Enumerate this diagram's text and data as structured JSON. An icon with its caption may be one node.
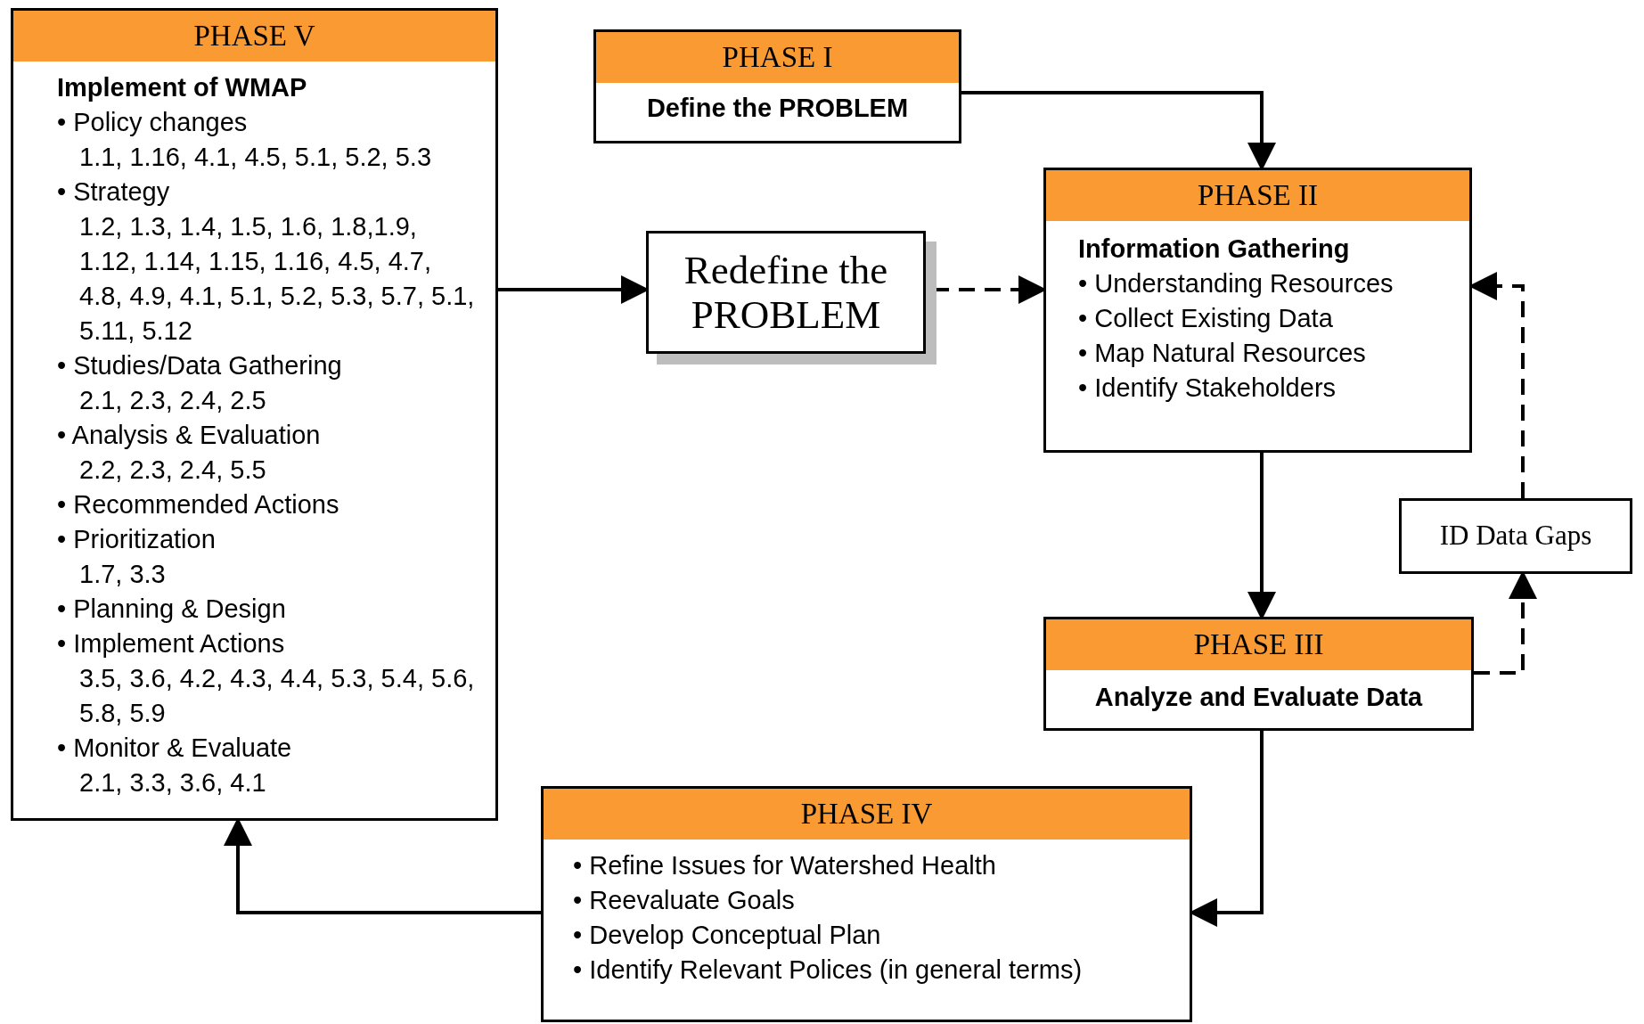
{
  "diagram": {
    "nodes": [
      {
        "text": [
          "PHASE V",
          "Implement of WMAP",
          "• Policy changes",
          "1.1, 1.16, 4.1, 4.5, 5.1, 5.2, 5.3",
          "• Strategy",
          "1.2, 1.3, 1.4, 1.5, 1.6, 1.8,1.9, 1.12, 1.14, 1.15, 1.16, 4.5, 4.7, 4.8, 4.9, 4.1, 5.1, 5.2, 5.3, 5.7, 5.1, 5.11, 5.12",
          "• Studies/Data Gathering",
          "2.1, 2.3, 2.4, 2.5",
          "• Analysis & Evaluation",
          "2.2, 2.3, 2.4, 5.5",
          "• Recommended Actions",
          "• Prioritization",
          "1.7, 3.3",
          "• Planning & Design",
          "• Implement Actions",
          "3.5, 3.6, 4.2, 4.3, 4.4, 5.3, 5.4, 5.6, 5.8, 5.9",
          "• Monitor & Evaluate",
          "2.1, 3.3, 3.6, 4.1"
        ]
      },
      {
        "text": [
          "PHASE I",
          "Define the PROBLEM"
        ]
      },
      {
        "text": [
          "Redefine the PROBLEM"
        ]
      },
      {
        "text": [
          "PHASE II",
          "Information Gathering",
          "• Understanding Resources",
          "• Collect Existing Data",
          "• Map Natural Resources",
          "• Identify Stakeholders"
        ]
      },
      {
        "text": [
          "ID Data Gaps"
        ]
      },
      {
        "text": [
          "PHASE III",
          "Analyze and Evaluate Data"
        ]
      },
      {
        "text": [
          "PHASE IV",
          "• Refine Issues for Watershed Health",
          "• Reevaluate Goals",
          "• Develop Conceptual Plan",
          "• Identify Relevant Polices (in general terms)"
        ]
      }
    ],
    "edges": [
      {
        "from": 1,
        "to": 3,
        "arrow": "to"
      },
      {
        "from": 0,
        "to": 2,
        "arrow": "to"
      },
      {
        "from": 2,
        "to": 3,
        "arrow": "to",
        "style": "dashed"
      },
      {
        "from": 3,
        "to": 5,
        "arrow": "to"
      },
      {
        "from": 5,
        "to": 4,
        "arrow": "to",
        "style": "dashed"
      },
      {
        "from": 4,
        "to": 3,
        "arrow": "to",
        "style": "dashed"
      },
      {
        "from": 5,
        "to": 6,
        "arrow": "to"
      },
      {
        "from": 6,
        "to": 0,
        "arrow": "to"
      }
    ]
  }
}
